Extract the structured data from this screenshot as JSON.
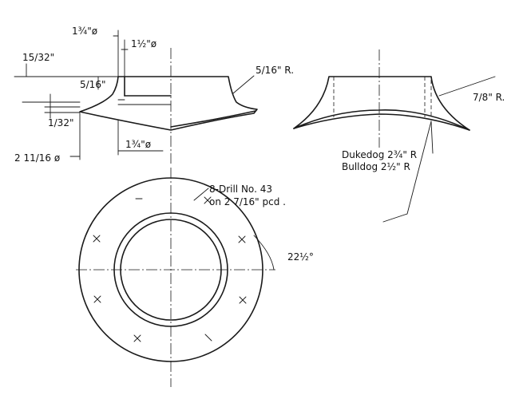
{
  "side_view": {
    "dim_flange_dia": "1¾\"ø",
    "dim_hole_dia": "1½\"ø",
    "dim_total_height": "15/32\"",
    "dim_flange_height": "5/16\"",
    "dim_thickness": "1/32\"",
    "dim_base_dia": "2 11/16 ø",
    "dim_inner_dia": "1¾\"ø",
    "dim_edge_radius": "5/16\" R."
  },
  "front_view": {
    "dim_radius": "7/8\" R.",
    "note_dukedog": "Dukedog 2¾\" R",
    "note_bulldog": "Bulldog 2½\" R"
  },
  "plan_view": {
    "drill_note_line1": "8-Drill No. 43",
    "drill_note_line2": "on 2 7/16\" pcd .",
    "angle_label": "22½°"
  }
}
